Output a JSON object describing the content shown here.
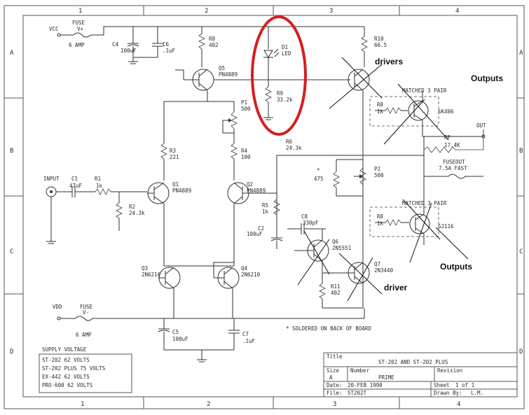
{
  "zones": {
    "columns": [
      "1",
      "2",
      "3",
      "4"
    ],
    "rows": [
      "A",
      "B",
      "C",
      "D"
    ]
  },
  "supply": {
    "vcc": "VCC",
    "vdd": "VDD",
    "fuse_label": "FUSE",
    "fuse_vplus": "V+",
    "fuse_vminus": "V-",
    "fuse_rating": "6 AMP"
  },
  "input_label": "INPUT",
  "out_label": "OUT",
  "components": {
    "C4": [
      "C4",
      "100uF"
    ],
    "C6": [
      "C6",
      ".1uF"
    ],
    "R8": [
      "R8",
      "402"
    ],
    "Q5": [
      "Q5",
      "PN4889"
    ],
    "D1": [
      "D1",
      "LED"
    ],
    "R9": [
      "R9",
      "33.2k"
    ],
    "R10": [
      "R10",
      "66.5"
    ],
    "P1": [
      "P1",
      "500"
    ],
    "R3": [
      "R3",
      "221"
    ],
    "R4": [
      "R4",
      "100"
    ],
    "R6": [
      "R6",
      "24.3k"
    ],
    "C1": [
      "C1",
      "47uF"
    ],
    "R1": [
      "R1",
      "1k"
    ],
    "R2": [
      "R2",
      "24.3k"
    ],
    "Q1": [
      "Q1",
      "PN4889"
    ],
    "Q2": [
      "Q2",
      "PN4889"
    ],
    "R5": [
      "R5",
      "1k"
    ],
    "C2": [
      "C2",
      "100uF"
    ],
    "C8": [
      "C8",
      "330pF"
    ],
    "Q6": [
      "Q6",
      "2N5551"
    ],
    "Q7": [
      "Q7",
      "2N3440"
    ],
    "R11": [
      "R11",
      "402"
    ],
    "Q3": [
      "Q3",
      "2N6210"
    ],
    "Q4": [
      "Q4",
      "2N6210"
    ],
    "C5": [
      "C5",
      "100uF"
    ],
    "C7": [
      "C7",
      ".1uF"
    ],
    "P2": [
      "P2",
      "500"
    ],
    "R475": [
      "*",
      "475"
    ],
    "RA": [
      "R8",
      "1k"
    ],
    "RB": [
      "R8",
      "1k"
    ],
    "RF": [
      "RF",
      "17.4K"
    ]
  },
  "outputs_top": {
    "matched": "MATCHED 3 PAIR",
    "part": "SK406"
  },
  "outputs_bottom": {
    "matched": "MATCHED 3 PAIR",
    "part": "SJ116"
  },
  "fuseout": {
    "label": "FUSEOUT",
    "rating": "7.5A FAST"
  },
  "note_soldered": "*  SOLDERED ON BACK OF BOARD",
  "supply_table": {
    "header": "SUPPLY VOLTAGE",
    "rows": [
      "ST-202 62 VOLTS",
      "ST-202 PLUS 75 VOLTS",
      "EX-442 62 VOLTS",
      "PRO-600 62 VOLTS"
    ]
  },
  "title_block": {
    "title_label": "Title",
    "title_value": "ST-202 AND ST-202 PLUS",
    "size_label": "Size",
    "size_value": "A",
    "number_label": "Number",
    "number_value": "PRIME",
    "revision_label": "Revision",
    "date_label": "Date:",
    "date_value": "20-FEB 1990",
    "sheet_label": "Sheet",
    "sheet_value": "1 of 1",
    "file_label": "File:",
    "file_value": "ST202T",
    "drawn_label": "Drawn By:",
    "drawn_value": "L.M."
  },
  "annotations": {
    "drivers": "drivers",
    "driver": "driver",
    "outputs_top": "Outputs",
    "outputs_bottom": "Outputs",
    "highlight_color": "#d42020"
  }
}
